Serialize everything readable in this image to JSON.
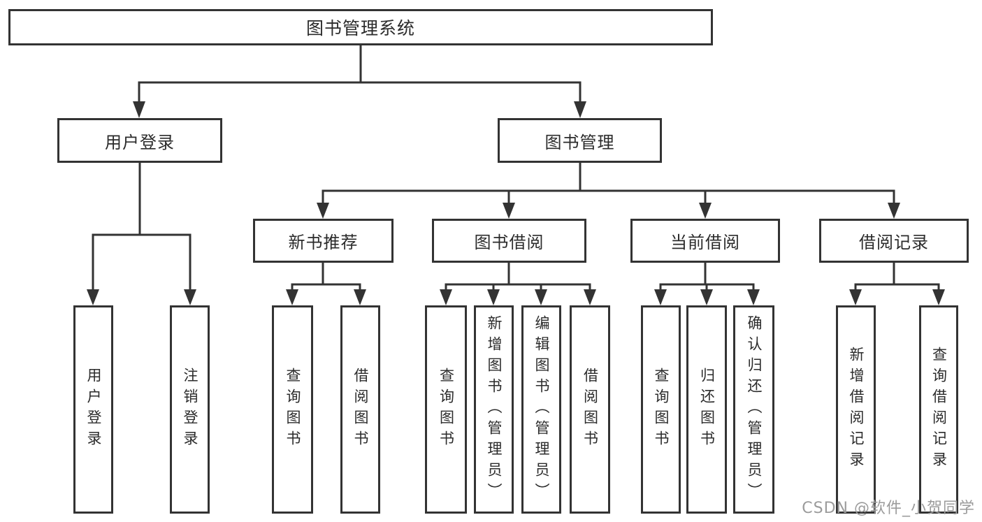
{
  "diagram": {
    "title": "图书管理系统",
    "tree": {
      "label": "图书管理系统",
      "children": [
        {
          "label": "用户登录",
          "children": [
            {
              "label": "用户登录"
            },
            {
              "label": "注销登录"
            }
          ]
        },
        {
          "label": "图书管理",
          "children": [
            {
              "label": "新书推荐",
              "children": [
                {
                  "label": "查询图书"
                },
                {
                  "label": "借阅图书"
                }
              ]
            },
            {
              "label": "图书借阅",
              "children": [
                {
                  "label": "查询图书"
                },
                {
                  "label": "新增图书（管理员）"
                },
                {
                  "label": "编辑图书（管理员）"
                },
                {
                  "label": "借阅图书"
                }
              ]
            },
            {
              "label": "当前借阅",
              "children": [
                {
                  "label": "查询图书"
                },
                {
                  "label": "归还图书"
                },
                {
                  "label": "确认归还（管理员）"
                }
              ]
            },
            {
              "label": "借阅记录",
              "children": [
                {
                  "label": "新增借阅记录"
                },
                {
                  "label": "查询借阅记录"
                }
              ]
            }
          ]
        }
      ]
    }
  },
  "watermark": {
    "text": "CSDN @软件_小贺同学"
  },
  "colors": {
    "background": "#ffffff",
    "box_border": "#333333",
    "line": "#333333",
    "text": "#2b2b2b",
    "watermark": "#9b9b9b"
  }
}
